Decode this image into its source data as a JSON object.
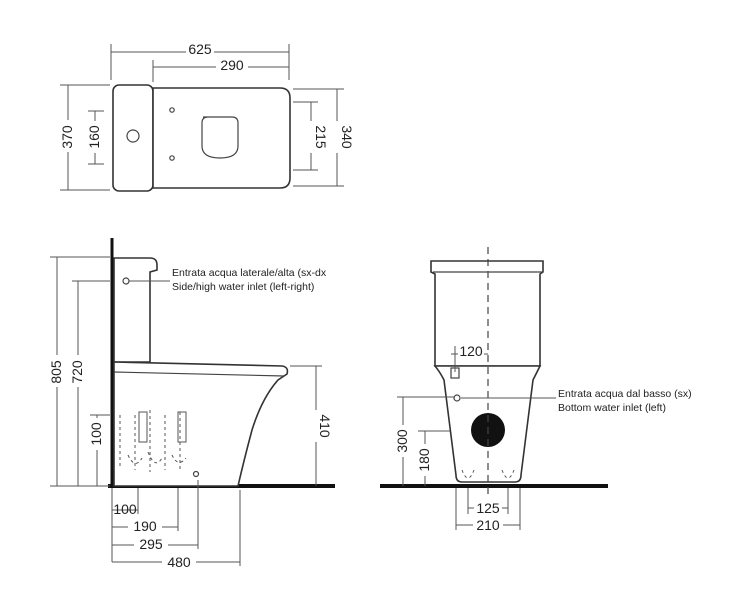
{
  "top_view": {
    "width_total": "625",
    "width_bowl": "290",
    "depth_total": "370",
    "tank_hole": "160",
    "bowl_inner": "215",
    "depth_bowl": "340"
  },
  "side_view": {
    "height_total": "805",
    "height_tank": "720",
    "height_seat": "410",
    "inlet_height": "100",
    "d100": "100",
    "d190": "190",
    "d295": "295",
    "d480": "480",
    "inlet_note_it": "Entrata acqua laterale/alta (sx-dx",
    "inlet_note_en": "Side/high water inlet (left-right)"
  },
  "front_view": {
    "d120": "120",
    "h300": "300",
    "h180": "180",
    "d125": "125",
    "d210": "210",
    "inlet_note_it": "Entrata acqua dal basso (sx)",
    "inlet_note_en": "Bottom water inlet (left)"
  }
}
